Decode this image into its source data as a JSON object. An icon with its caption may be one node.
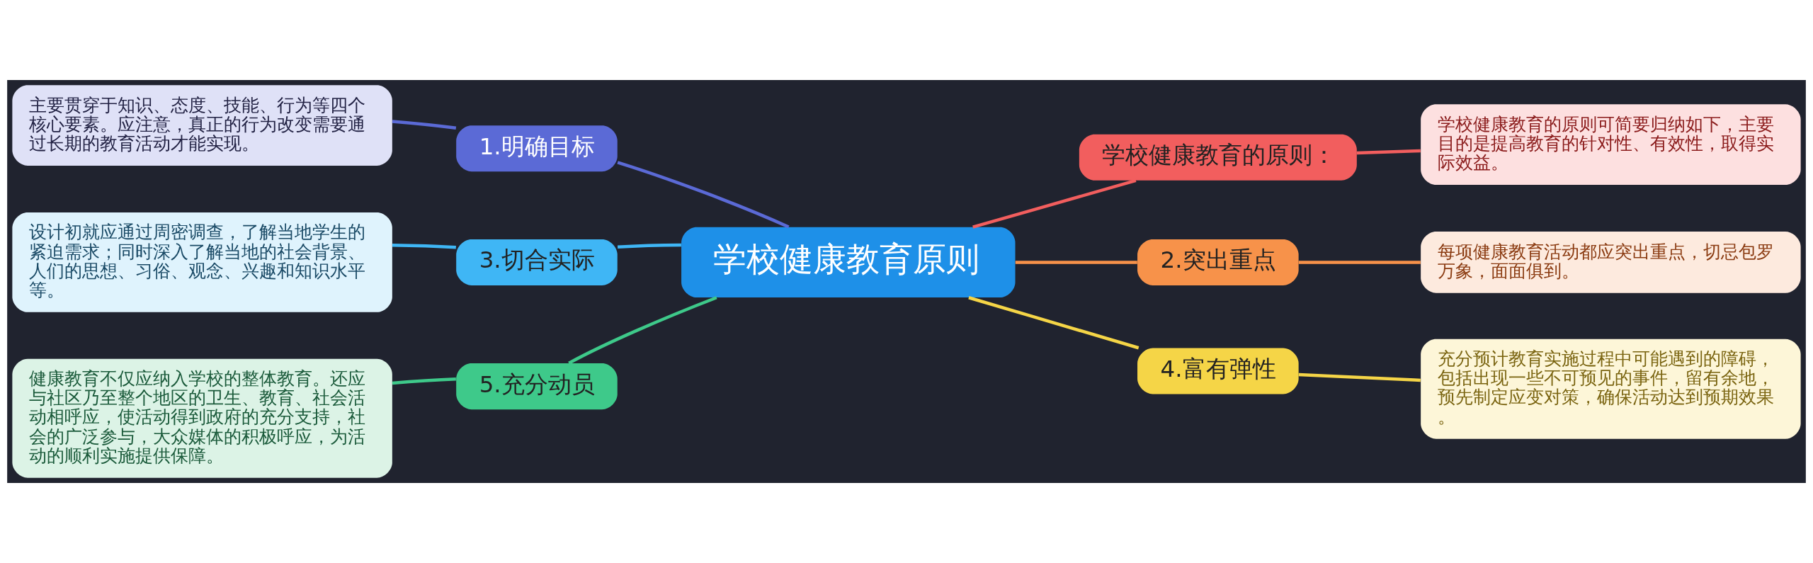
{
  "diagram": {
    "nodes": [
      {
        "text": [
          "学校健康教育原则"
        ]
      },
      {
        "text": [
          "1.明确目标"
        ]
      },
      {
        "text": [
          "主要贯穿于知识、态度、技能、行为等四个核心要素。应注意，真正的行为改变需要通过长期的教育活动才能实现。"
        ]
      },
      {
        "text": [
          "学校健康教育的原则："
        ]
      },
      {
        "text": [
          "学校健康教育的原则可简要归纳如下，主要目的是提高教育的针对性、有效性，取得实际效益。"
        ]
      },
      {
        "text": [
          "3.切合实际"
        ]
      },
      {
        "text": [
          "设计初就应通过周密调查，了解当地学生的紧迫需求；同时深入了解当地的社会背景、人们的思想、习俗、观念、兴趣和知识水平等。"
        ]
      },
      {
        "text": [
          "2.突出重点"
        ]
      },
      {
        "text": [
          "每项健康教育活动都应突出重点，切忌包罗万象，面面俱到。"
        ]
      },
      {
        "text": [
          "4.富有弹性"
        ]
      },
      {
        "text": [
          "充分预计教育实施过程中可能遇到的障碍，包括出现一些不可预见的事件，留有余地，预先制定应变对策，确保活动达到预期效果。"
        ]
      },
      {
        "text": [
          "5.充分动员"
        ]
      },
      {
        "text": [
          "健康教育不仅应纳入学校的整体教育。还应与社区乃至整个地区的卫生、教育、社会活动相呼应，使活动得到政府的充分支持，社会的广泛参与，大众媒体的积极呼应，为活动的顺利实施提供保障。"
        ]
      }
    ],
    "edges": [
      {
        "from": 0,
        "to": 1,
        "arrow": "none",
        "color": "#5b6ad6"
      },
      {
        "from": 1,
        "to": 2,
        "arrow": "none",
        "color": "#5b6ad6"
      },
      {
        "from": 0,
        "to": 3,
        "arrow": "none",
        "color": "#f25e5e"
      },
      {
        "from": 3,
        "to": 4,
        "arrow": "none",
        "color": "#f25e5e"
      },
      {
        "from": 0,
        "to": 5,
        "arrow": "none",
        "color": "#3fb6f5"
      },
      {
        "from": 5,
        "to": 6,
        "arrow": "none",
        "color": "#3fb6f5"
      },
      {
        "from": 0,
        "to": 7,
        "arrow": "none",
        "color": "#f7924a"
      },
      {
        "from": 7,
        "to": 8,
        "arrow": "none",
        "color": "#f7924a"
      },
      {
        "from": 0,
        "to": 9,
        "arrow": "none",
        "color": "#f5d547"
      },
      {
        "from": 9,
        "to": 10,
        "arrow": "none",
        "color": "#f5d547"
      },
      {
        "from": 0,
        "to": 11,
        "arrow": "none",
        "color": "#3ec98a"
      },
      {
        "from": 11,
        "to": 12,
        "arrow": "none",
        "color": "#3ec98a"
      }
    ]
  }
}
